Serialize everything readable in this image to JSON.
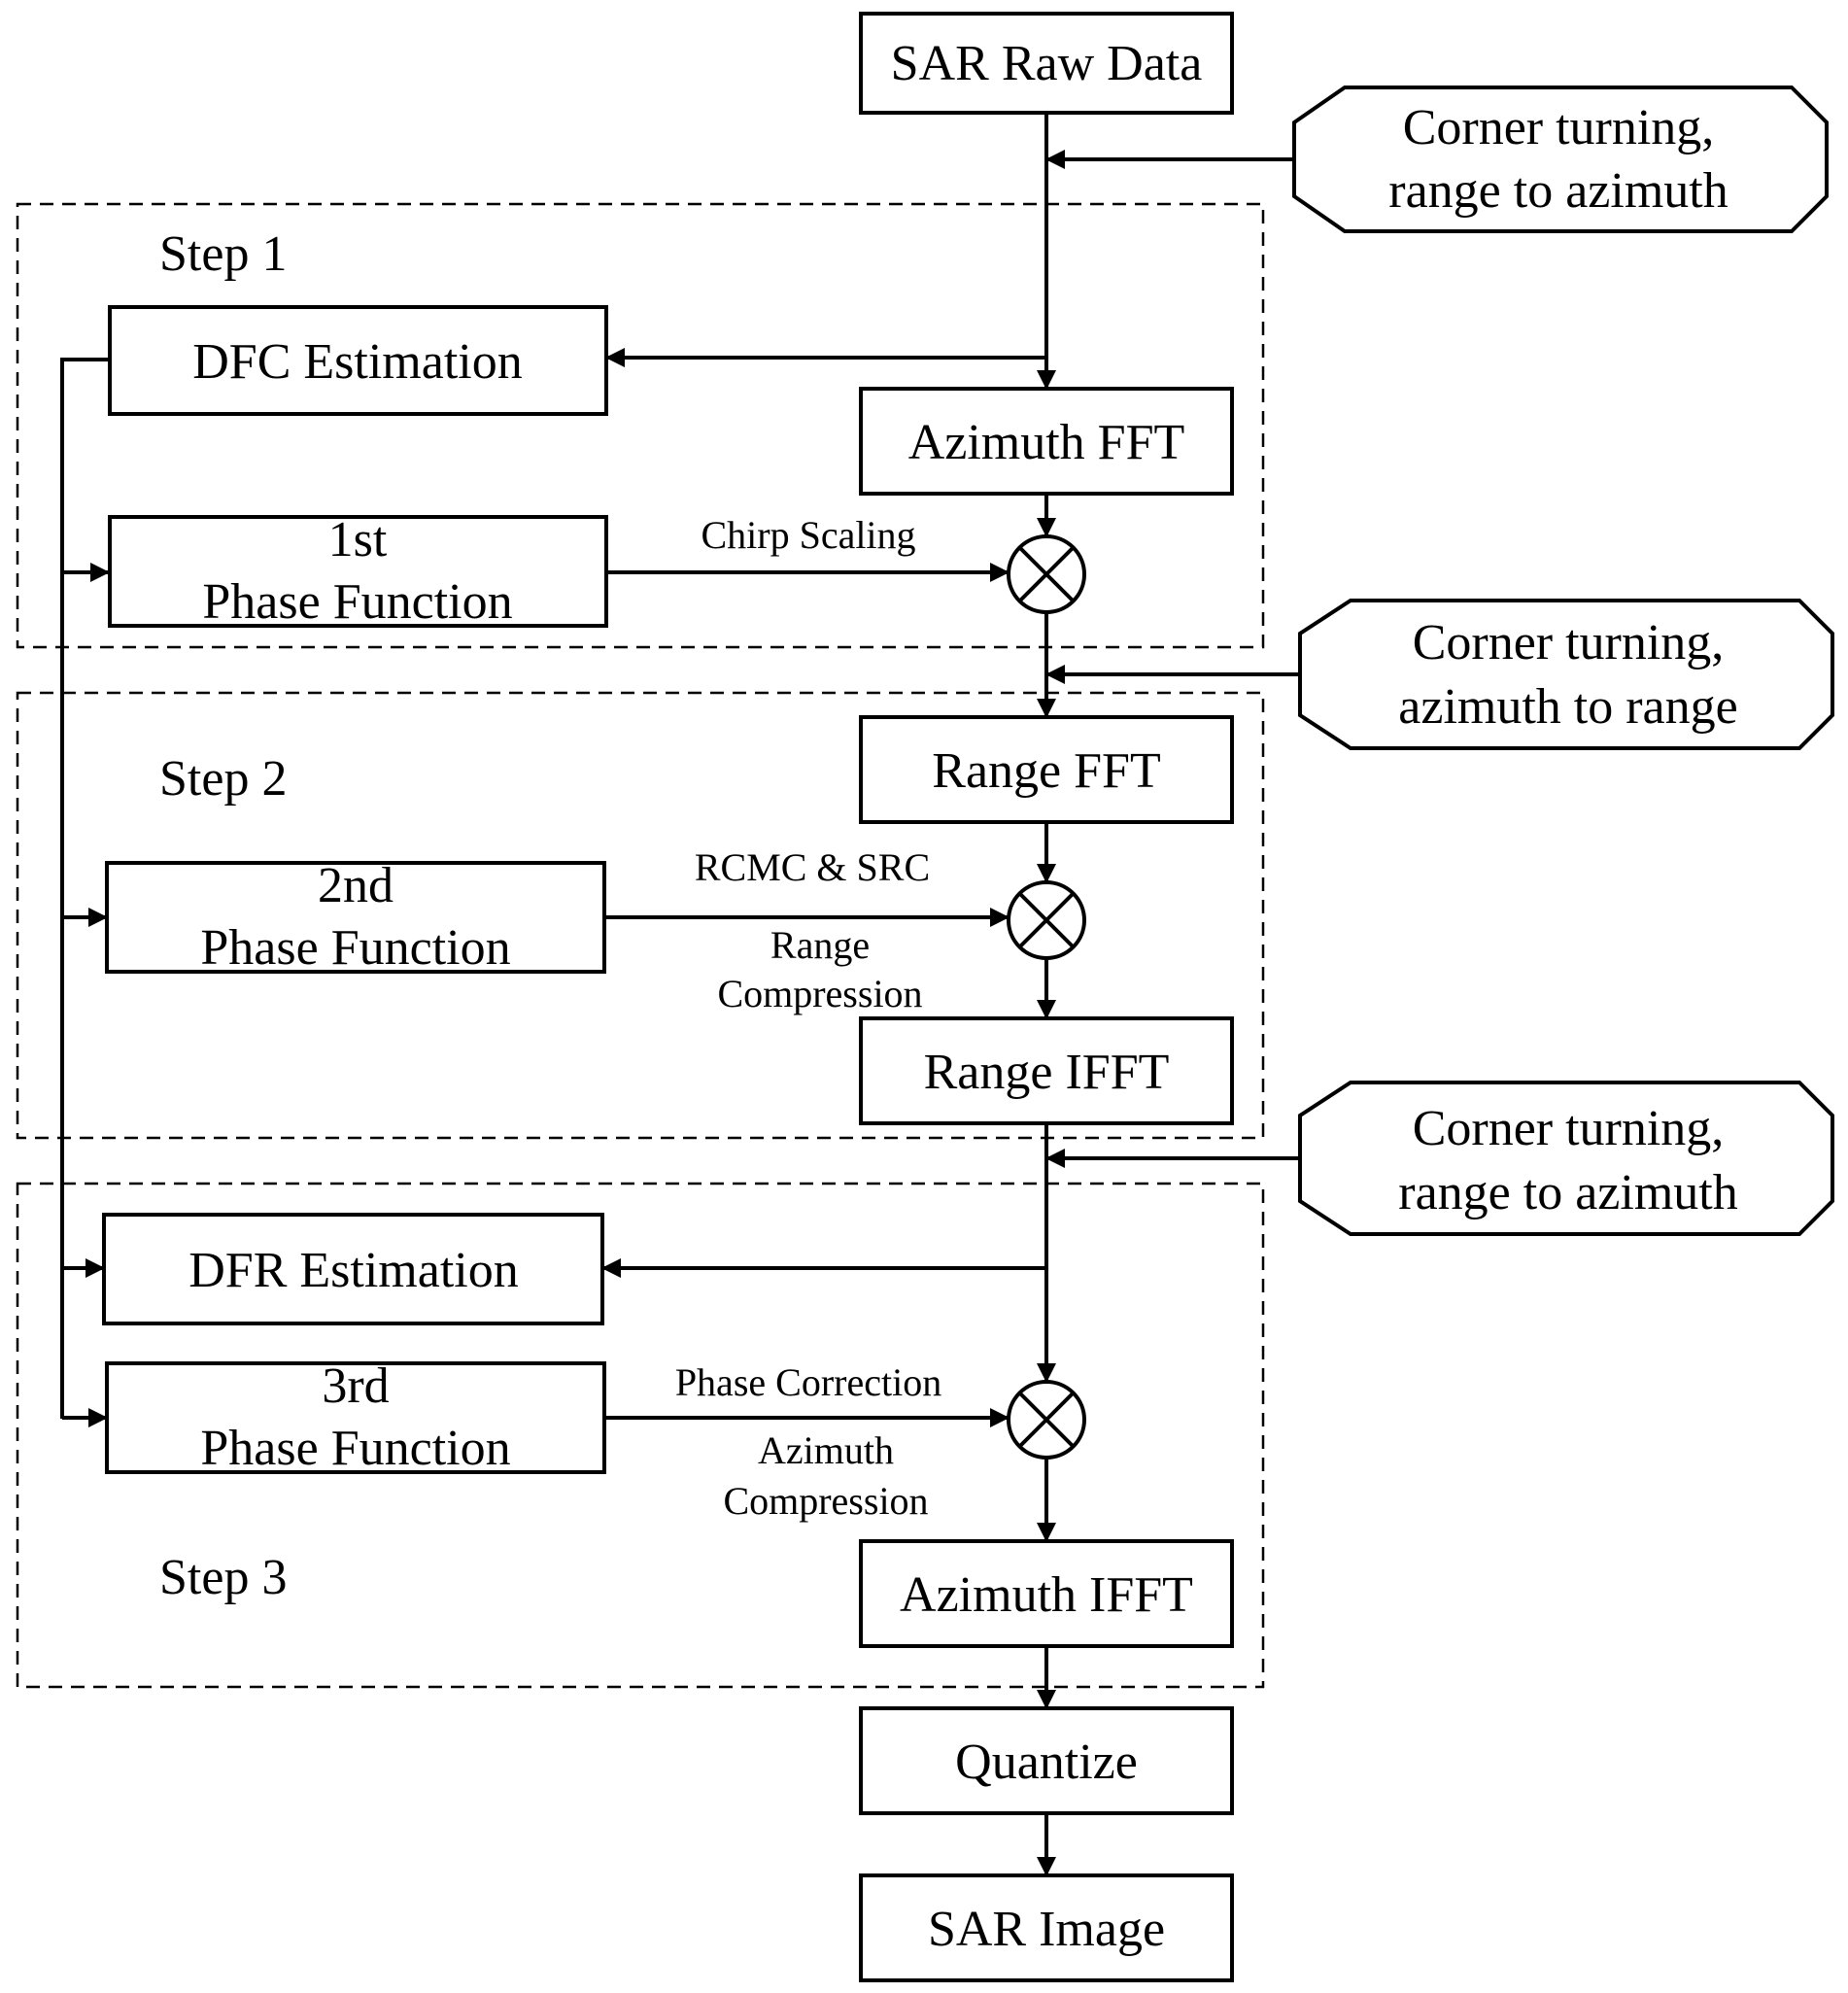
{
  "colors": {
    "blue_box": "#daedf3",
    "gray_box": "#d9d9d9",
    "pink_octagon": "#f2dcdb",
    "white_box": "#ffffff",
    "stroke": "#000000"
  },
  "nodes": {
    "sar_raw_data": "SAR Raw Data",
    "azimuth_fft": "Azimuth FFT",
    "range_fft": "Range FFT",
    "range_ifft": "Range IFFT",
    "azimuth_ifft": "Azimuth IFFT",
    "quantize": "Quantize",
    "sar_image": "SAR Image",
    "dfc_estimation": "DFC Estimation",
    "dfr_estimation": "DFR Estimation",
    "phase_function_1": [
      "1st",
      "Phase Function"
    ],
    "phase_function_2": [
      "2nd",
      "Phase Function"
    ],
    "phase_function_3": [
      "3rd",
      "Phase Function"
    ],
    "corner_turning_1": [
      "Corner turning,",
      "range to azimuth"
    ],
    "corner_turning_2": [
      "Corner turning,",
      "azimuth to range"
    ],
    "corner_turning_3": [
      "Corner turning,",
      "range to azimuth"
    ]
  },
  "steps": {
    "step1": "Step 1",
    "step2": "Step 2",
    "step3": "Step 3"
  },
  "edge_labels": {
    "chirp_scaling": "Chirp Scaling",
    "rcmc_src": "RCMC & SRC",
    "range_compression": [
      "Range",
      "Compression"
    ],
    "phase_correction": "Phase Correction",
    "azimuth_compression": [
      "Azimuth",
      "Compression"
    ]
  }
}
